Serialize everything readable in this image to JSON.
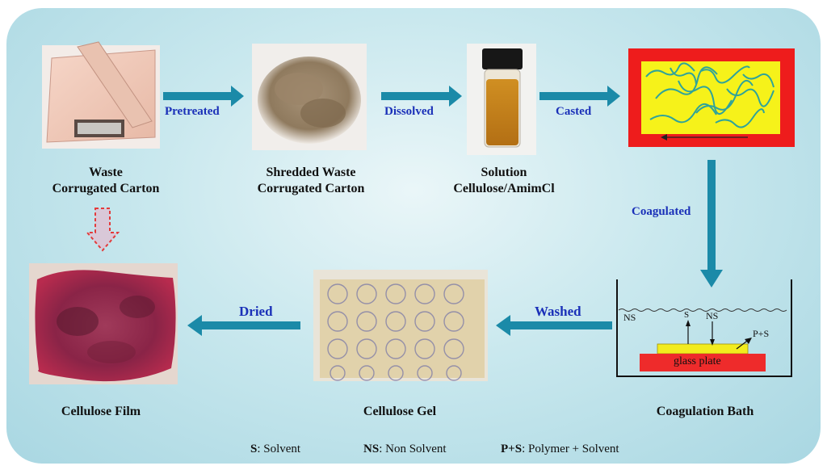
{
  "labels": {
    "waste_line1": "Waste",
    "waste_line2": "Corrugated Carton",
    "shredded_line1": "Shredded Waste",
    "shredded_line2": "Corrugated Carton",
    "solution_line1": "Solution",
    "solution_line2": "Cellulose/AmimCl",
    "film": "Cellulose Film",
    "gel": "Cellulose Gel",
    "bath": "Coagulation Bath"
  },
  "steps": {
    "pretreated": "Pretreated",
    "dissolved": "Dissolved",
    "casted": "Casted",
    "coagulated": "Coagulated",
    "washed": "Washed",
    "dried": "Dried"
  },
  "bath_labels": {
    "ns_left": "NS",
    "s": "S",
    "ns": "NS",
    "ps": "P+S",
    "glass": "glass plate"
  },
  "legend": {
    "s_key": "S",
    "s_val": ": Solvent",
    "ns_key": "NS",
    "ns_val": ": Non Solvent",
    "ps_key": "P+S",
    "ps_val": ": Polymer + Solvent"
  },
  "colors": {
    "arrow": "#1b8aa8",
    "step_text": "#1a30b8",
    "cast_border": "#ee1c1c",
    "cast_fill": "#f6f21a",
    "fiber": "#2fa39a",
    "glass": "#ee2b2b",
    "film_layer": "#f2ec1e"
  }
}
